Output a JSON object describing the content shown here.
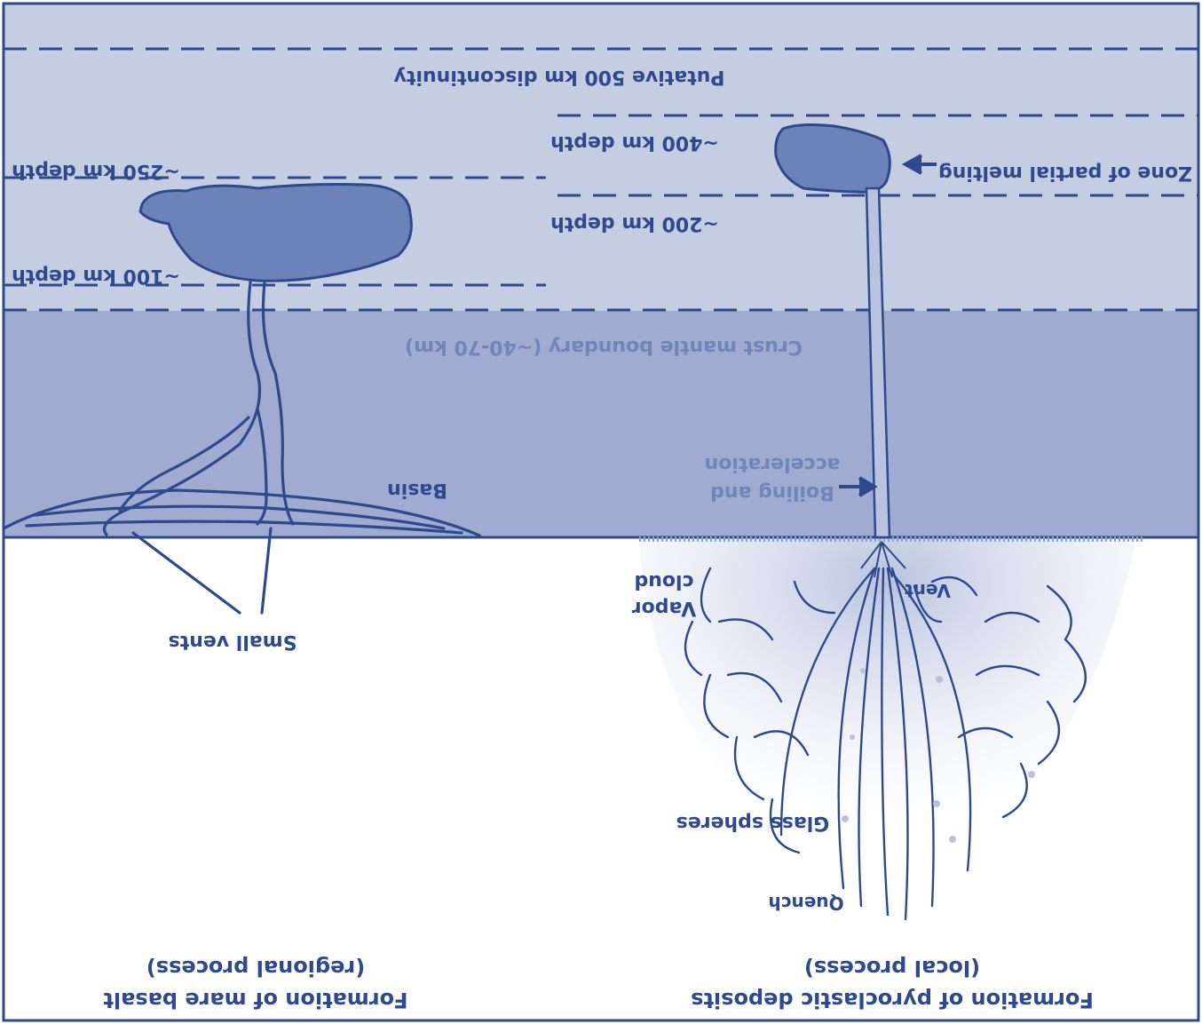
{
  "labels": {
    "putative_500": "Putative 500 km discontinuity",
    "depth_400": "~400 km depth",
    "depth_250": "~250 km depth",
    "depth_200": "~200 km depth",
    "depth_100": "~100 km depth",
    "crust_mantle": "Crust mantle boundary (~40-70 km)",
    "zone_partial_melting": "Zone of partial melting",
    "boiling_line1": "Boiling and",
    "boiling_line2": "acceleration",
    "basin": "Basin",
    "vapor_line1": "Vapor",
    "vapor_line2": "cloud",
    "vent": "Vent",
    "small_vents": "Small vents",
    "glass_spheres": "Glass spheres",
    "quench": "Quench",
    "mare_title_line1": "Formation of mare basalt",
    "mare_title_line2": "(regional process)",
    "pyro_title_line1": "Formation of pyroclastic deposits",
    "pyro_title_line2": "(local process)"
  },
  "colors": {
    "mantle": "#c5cde2",
    "crust": "#9fabd0",
    "magma": "#6d82b9",
    "ink": "#2e4a8c",
    "outline": "#2e4a8c"
  }
}
